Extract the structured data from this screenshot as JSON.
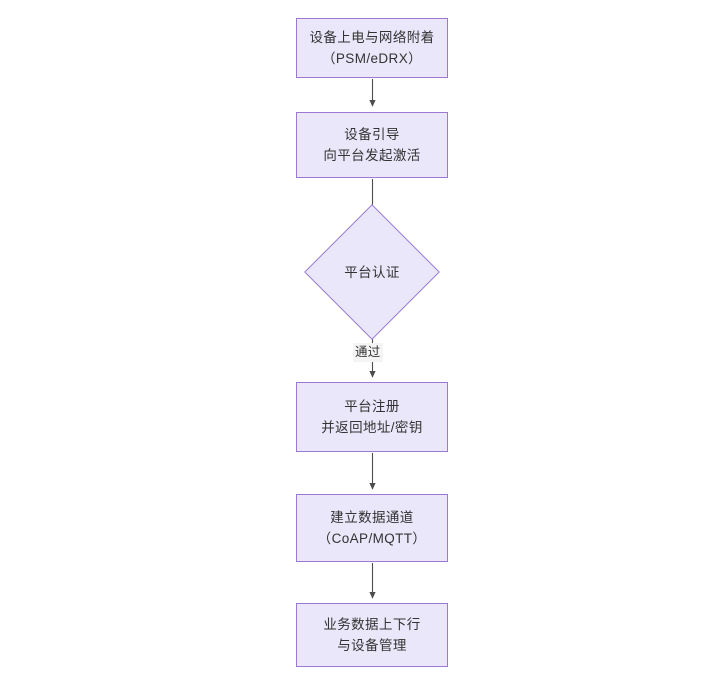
{
  "diagram": {
    "type": "flowchart",
    "orientation": "top-to-bottom",
    "theme": {
      "node_fill": "#e9e7f9",
      "node_border": "#9d79d2",
      "text_color": "#333333",
      "edge_color": "#4d4d4d",
      "edge_label_background": "#f4f4f4",
      "canvas_background": "#ffffff"
    },
    "nodes": [
      {
        "id": "n1",
        "shape": "rectangle",
        "lines": [
          "设备上电与网络附着",
          "（PSM/eDRX）"
        ]
      },
      {
        "id": "n2",
        "shape": "rectangle",
        "lines": [
          "设备引导",
          "向平台发起激活"
        ]
      },
      {
        "id": "n3",
        "shape": "diamond",
        "lines": [
          "平台认证"
        ]
      },
      {
        "id": "n4",
        "shape": "rectangle",
        "lines": [
          "平台注册",
          "并返回地址/密钥"
        ]
      },
      {
        "id": "n5",
        "shape": "rectangle",
        "lines": [
          "建立数据通道",
          "（CoAP/MQTT）"
        ]
      },
      {
        "id": "n6",
        "shape": "rectangle",
        "lines": [
          "业务数据上下行",
          "与设备管理"
        ]
      }
    ],
    "edges": [
      {
        "id": "e1",
        "from": "n1",
        "to": "n2",
        "label": ""
      },
      {
        "id": "e2",
        "from": "n2",
        "to": "n3",
        "label": ""
      },
      {
        "id": "e3",
        "from": "n3",
        "to": "n4",
        "label": "通过"
      },
      {
        "id": "e4",
        "from": "n4",
        "to": "n5",
        "label": ""
      },
      {
        "id": "e5",
        "from": "n5",
        "to": "n6",
        "label": ""
      }
    ]
  }
}
